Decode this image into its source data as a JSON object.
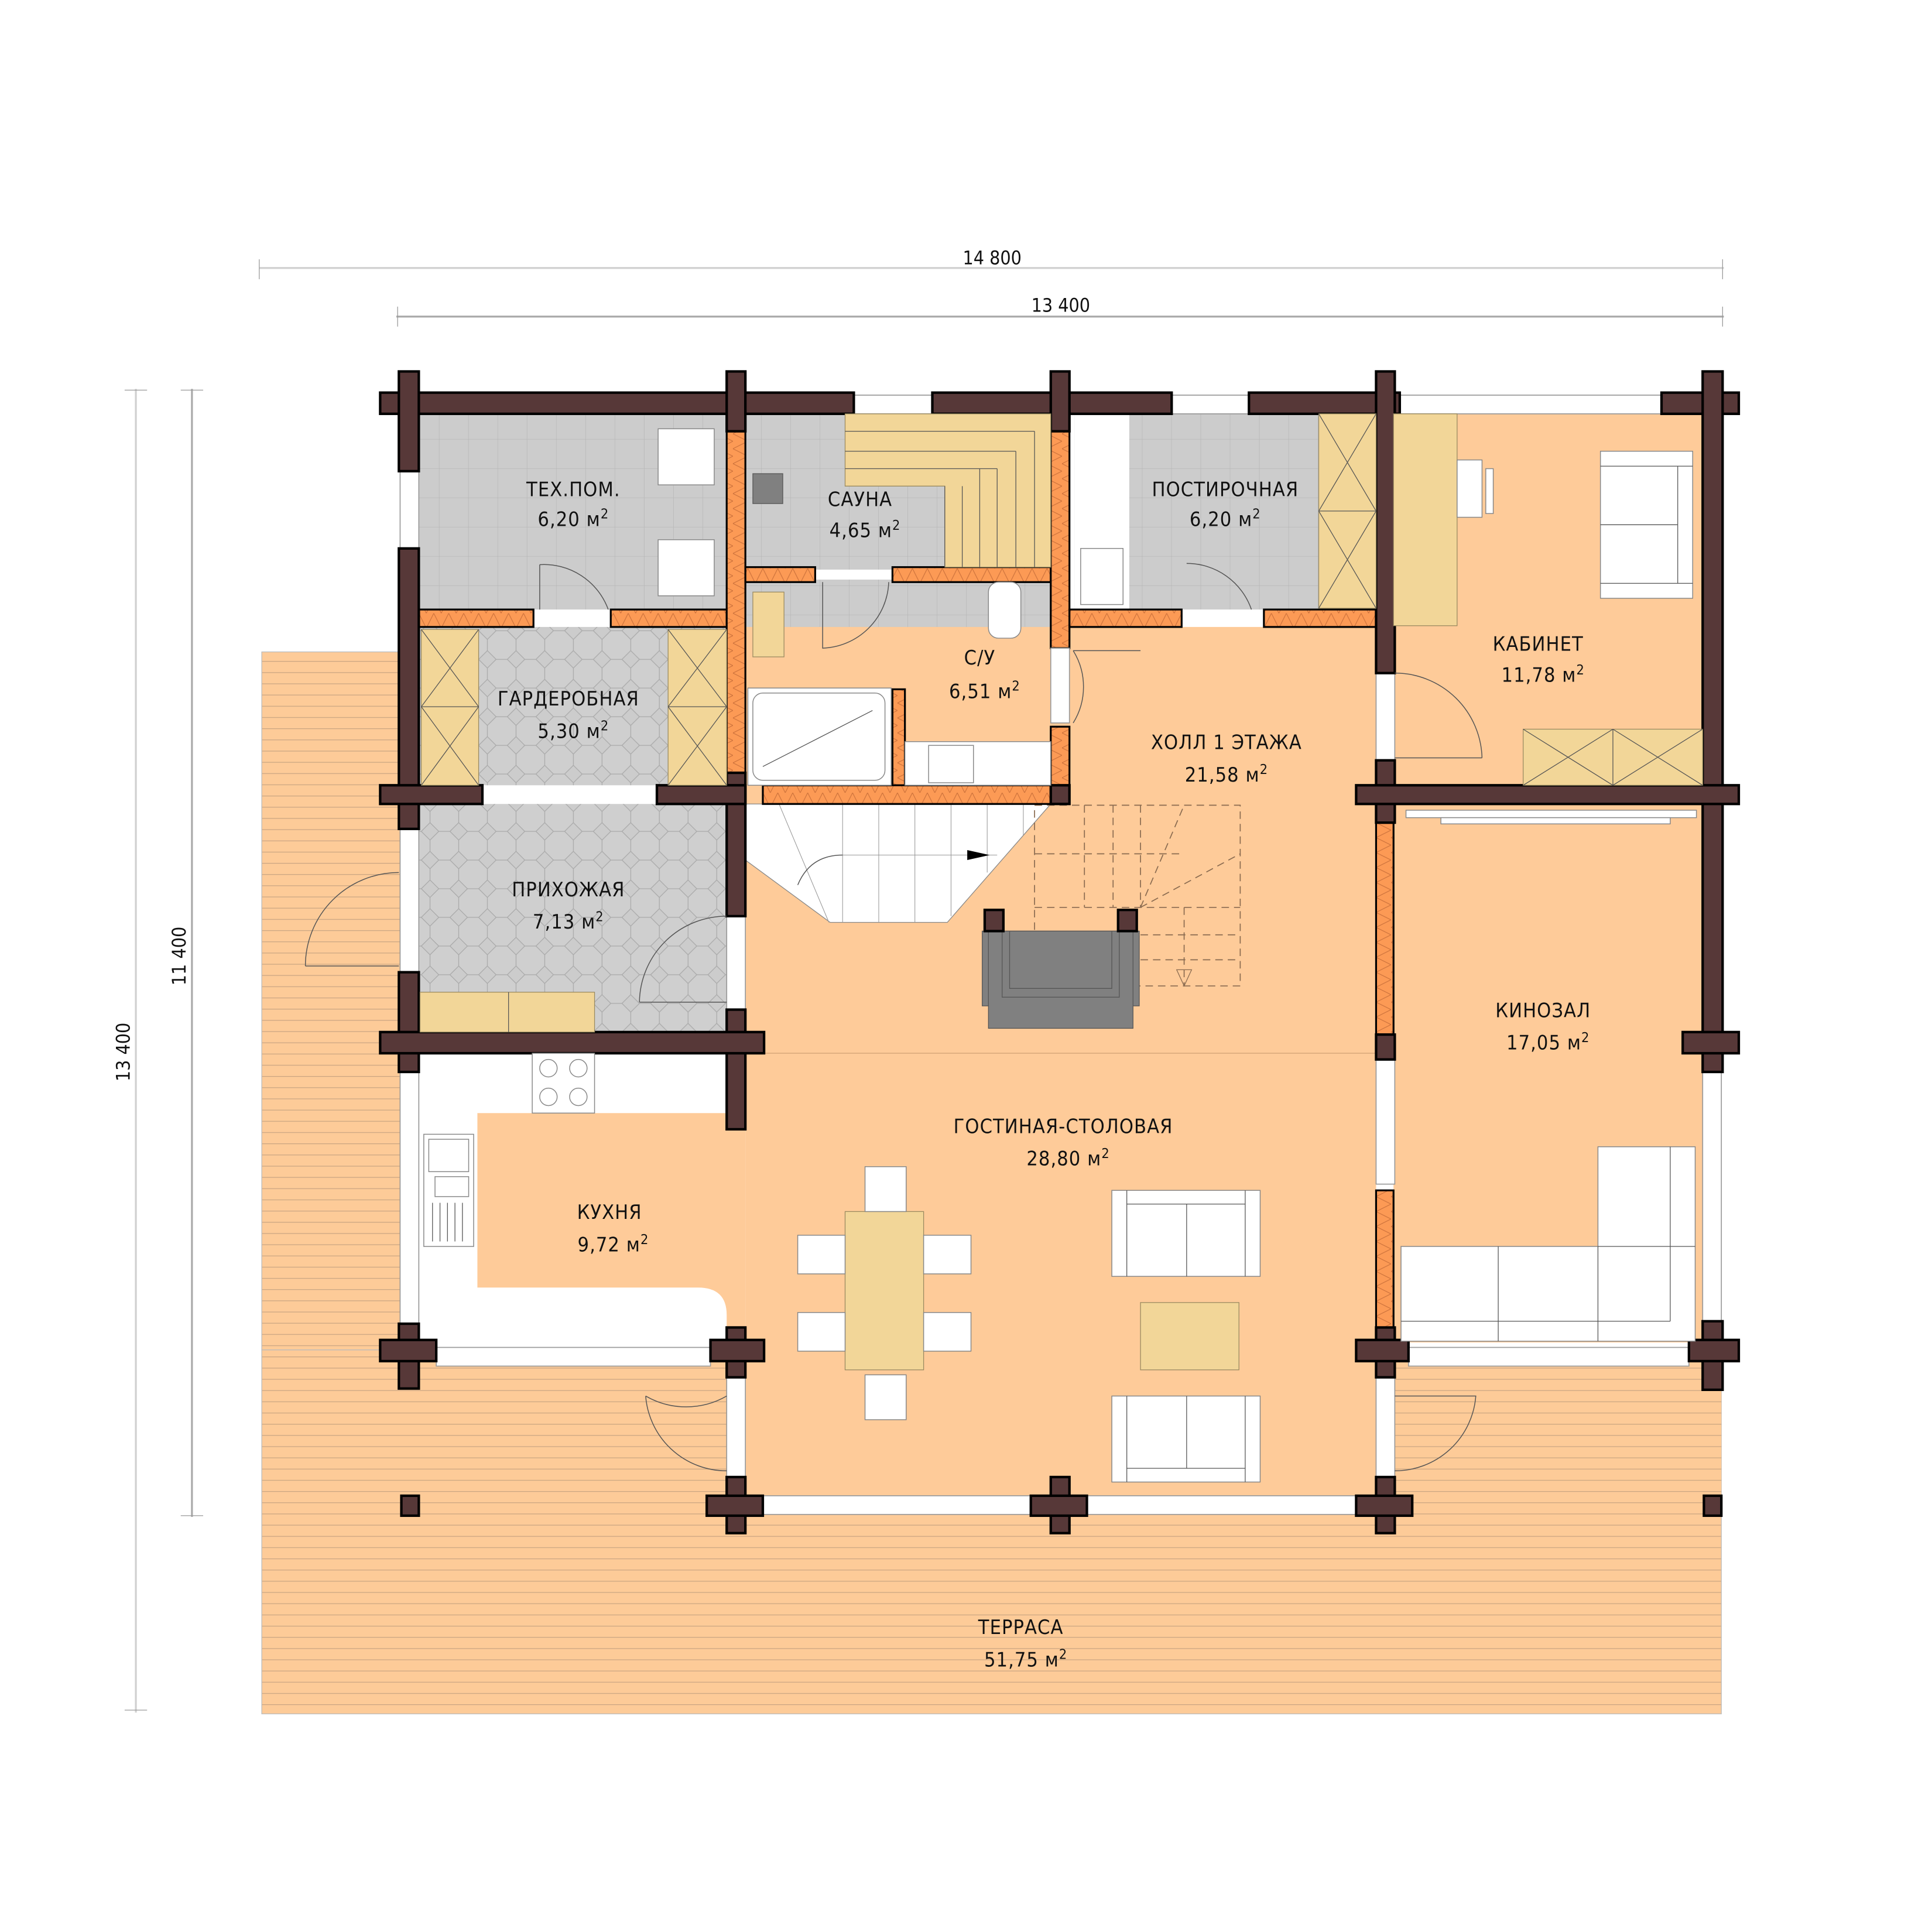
{
  "drawing": {
    "type": "floor-plan",
    "floor": "1 этаж"
  },
  "dimensions": {
    "top_outer": "14 800",
    "top_inner": "13 400",
    "left_outer": "13 400",
    "left_inner": "11 400"
  },
  "rooms": [
    {
      "id": "tech",
      "name": "ТЕХ.ПОМ.",
      "area": "6,20",
      "unit": "м²"
    },
    {
      "id": "sauna",
      "name": "САУНА",
      "area": "4,65",
      "unit": "м²"
    },
    {
      "id": "laundry",
      "name": "ПОСТИРОЧНАЯ",
      "area": "6,20",
      "unit": "м²"
    },
    {
      "id": "cabinet",
      "name": "КАБИНЕТ",
      "area": "11,78",
      "unit": "м²"
    },
    {
      "id": "wardrobe",
      "name": "ГАРДЕРОБНАЯ",
      "area": "5,30",
      "unit": "м²"
    },
    {
      "id": "bathroom",
      "name": "С/У",
      "area": "6,51",
      "unit": "м²"
    },
    {
      "id": "hall",
      "name": "ХОЛЛ 1 ЭТАЖА",
      "area": "21,58",
      "unit": "м²"
    },
    {
      "id": "entrance",
      "name": "ПРИХОЖАЯ",
      "area": "7,13",
      "unit": "м²"
    },
    {
      "id": "cinema",
      "name": "КИНОЗАЛ",
      "area": "17,05",
      "unit": "м²"
    },
    {
      "id": "living",
      "name": "ГОСТИНАЯ-СТОЛОВАЯ",
      "area": "28,80",
      "unit": "м²"
    },
    {
      "id": "kitchen",
      "name": "КУХНЯ",
      "area": "9,72",
      "unit": "м²"
    },
    {
      "id": "terrace",
      "name": "ТЕРРАСА",
      "area": "51,75",
      "unit": "м²"
    }
  ],
  "colors": {
    "wall": "#573838",
    "partition": "#fc9a55",
    "floor_warm": "#fecb99",
    "terrace": "#fdcb98",
    "tile_gray": "#cccccc",
    "wood_furniture": "#f2d698",
    "fireplace": "#808080"
  }
}
